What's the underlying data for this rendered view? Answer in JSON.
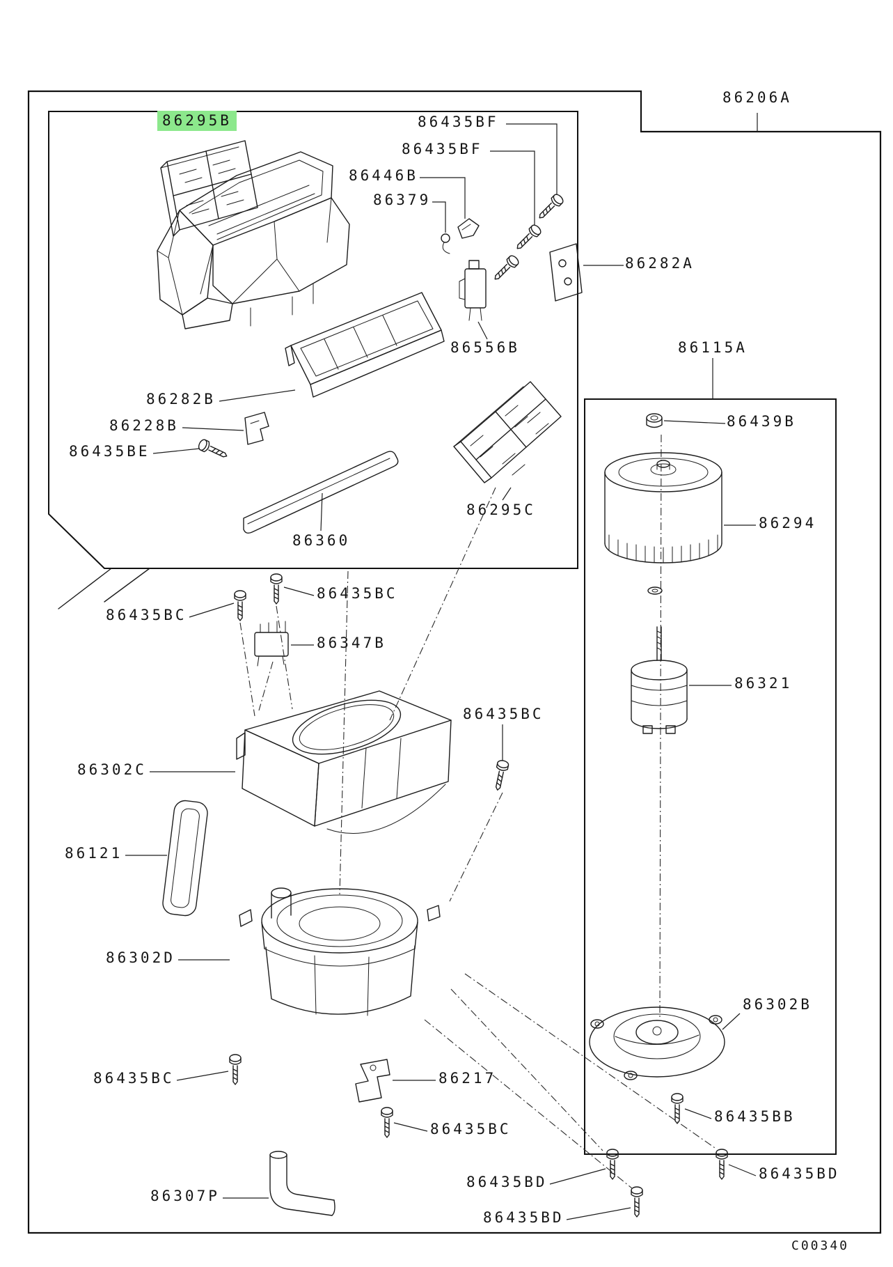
{
  "diagram": {
    "drawing_code": "C00340",
    "assembly_number": "86206A",
    "highlighted_part": "86295B",
    "highlight_color": "#8CE88C",
    "line_color": "#1c1c1c",
    "background_color": "#ffffff"
  },
  "labels": {
    "l86206A": {
      "text": "86206A"
    },
    "l86295B": {
      "text": "86295B"
    },
    "l86435BF_1": {
      "text": "86435BF"
    },
    "l86435BF_2": {
      "text": "86435BF"
    },
    "l86446B": {
      "text": "86446B"
    },
    "l86379": {
      "text": "86379"
    },
    "l86282A": {
      "text": "86282A"
    },
    "l86556B": {
      "text": "86556B"
    },
    "l86282B": {
      "text": "86282B"
    },
    "l86228B": {
      "text": "86228B"
    },
    "l86435BE": {
      "text": "86435BE"
    },
    "l86360": {
      "text": "86360"
    },
    "l86295C": {
      "text": "86295C"
    },
    "l86115A": {
      "text": "86115A"
    },
    "l86439B": {
      "text": "86439B"
    },
    "l86294": {
      "text": "86294"
    },
    "l86321": {
      "text": "86321"
    },
    "l86435BC_1": {
      "text": "86435BC"
    },
    "l86435BC_2": {
      "text": "86435BC"
    },
    "l86347B": {
      "text": "86347B"
    },
    "l86302C": {
      "text": "86302C"
    },
    "l86435BC_3": {
      "text": "86435BC"
    },
    "l86121": {
      "text": "86121"
    },
    "l86302D": {
      "text": "86302D"
    },
    "l86302B": {
      "text": "86302B"
    },
    "l86435BB": {
      "text": "86435BB"
    },
    "l86435BC_4": {
      "text": "86435BC"
    },
    "l86217": {
      "text": "86217"
    },
    "l86435BC_5": {
      "text": "86435BC"
    },
    "l86307P": {
      "text": "86307P"
    },
    "l86435BD_1": {
      "text": "86435BD"
    },
    "l86435BD_2": {
      "text": "86435BD"
    },
    "l86435BD_3": {
      "text": "86435BD"
    },
    "drawing_code": {
      "text": "C00340"
    }
  }
}
